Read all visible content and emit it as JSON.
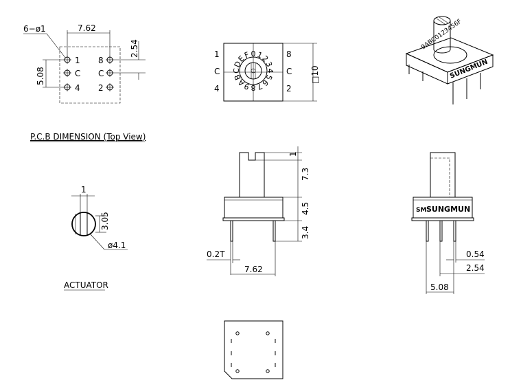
{
  "pcb": {
    "holes_label": "6−ø1",
    "pitch_x": "7.62",
    "pitch_y": "2.54",
    "height": "5.08",
    "pins_left": [
      "1",
      "C",
      "4"
    ],
    "pins_right": [
      "8",
      "C",
      "2"
    ],
    "caption": "P.C.B DIMENSION (Top View)"
  },
  "top_view": {
    "pins_left": [
      "1",
      "C",
      "4"
    ],
    "pins_right": [
      "8",
      "C",
      "2"
    ],
    "size_label": "□10",
    "dial_chars": [
      "0",
      "1",
      "2",
      "3",
      "4",
      "5",
      "6",
      "7",
      "8",
      "9",
      "A",
      "B",
      "C",
      "D",
      "E",
      "F"
    ]
  },
  "actuator": {
    "slot_width": "1",
    "flat": "3.05",
    "diameter": "ø4.1",
    "caption": "ACTUATOR"
  },
  "side_view": {
    "shaft_height": "7.3",
    "body_height": "4.5",
    "lead_length": "3.4",
    "top_gap": "1",
    "lead_thickness": "0.2T",
    "lead_pitch": "7.62"
  },
  "front_view": {
    "brand": "SUNGMUN",
    "brand_mark": "SM",
    "dim_a": "0.54",
    "dim_b": "2.54",
    "dim_c": "5.08"
  },
  "iso_view": {
    "brand": "SUNGMUN",
    "dial_chars": "9ABC0123456F"
  }
}
